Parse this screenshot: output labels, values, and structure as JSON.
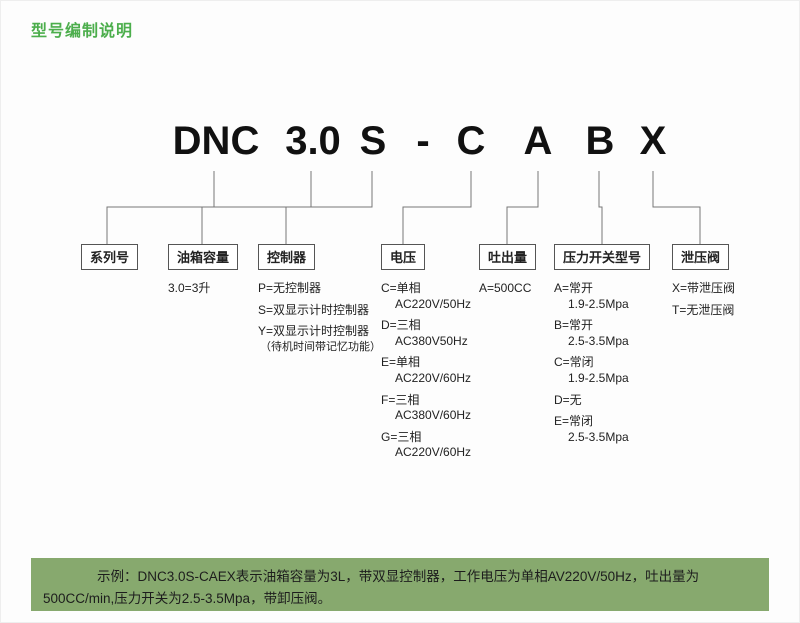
{
  "header": {
    "title": "型号编制说明"
  },
  "model": {
    "segments": [
      "DNC",
      "3.0",
      "S",
      "-",
      "C",
      "A",
      "B",
      "X"
    ]
  },
  "groups": [
    {
      "label": "系列号",
      "options": []
    },
    {
      "label": "油箱容量",
      "options": [
        {
          "l1": "3.0=3升"
        }
      ]
    },
    {
      "label": "控制器",
      "options": [
        {
          "l1": "P=无控制器"
        },
        {
          "l1": "S=双显示计时控制器"
        },
        {
          "l1": "Y=双显示计时控制器",
          "l2": "（待机时间带记忆功能）"
        }
      ]
    },
    {
      "label": "电压",
      "options": [
        {
          "l1": "C=单相",
          "l2": "AC220V/50Hz"
        },
        {
          "l1": "D=三相",
          "l2": "AC380V50Hz"
        },
        {
          "l1": "E=单相",
          "l2": "AC220V/60Hz"
        },
        {
          "l1": "F=三相",
          "l2": "AC380V/60Hz"
        },
        {
          "l1": "G=三相",
          "l2": "AC220V/60Hz"
        }
      ]
    },
    {
      "label": "吐出量",
      "options": [
        {
          "l1": "A=500CC"
        }
      ]
    },
    {
      "label": "压力开关型号",
      "options": [
        {
          "l1": "A=常开",
          "l2": "1.9-2.5Mpa"
        },
        {
          "l1": "B=常开",
          "l2": "2.5-3.5Mpa"
        },
        {
          "l1": "C=常闭",
          "l2": "1.9-2.5Mpa"
        },
        {
          "l1": "D=无"
        },
        {
          "l1": "E=常闭",
          "l2": "2.5-3.5Mpa"
        }
      ]
    },
    {
      "label": "泄压阀",
      "options": [
        {
          "l1": "X=带泄压阀"
        },
        {
          "l1": "T=无泄压阀"
        }
      ]
    }
  ],
  "footer": {
    "example": "示例：DNC3.0S-CAEX表示油箱容量为3L，带双显控制器，工作电压为单相AV220V/50Hz，吐出量为500CC/min,压力开关为2.5-3.5Mpa，带卸压阀。"
  },
  "colors": {
    "accent_green": "#4cae4c",
    "footer_green": "#87a96e"
  }
}
